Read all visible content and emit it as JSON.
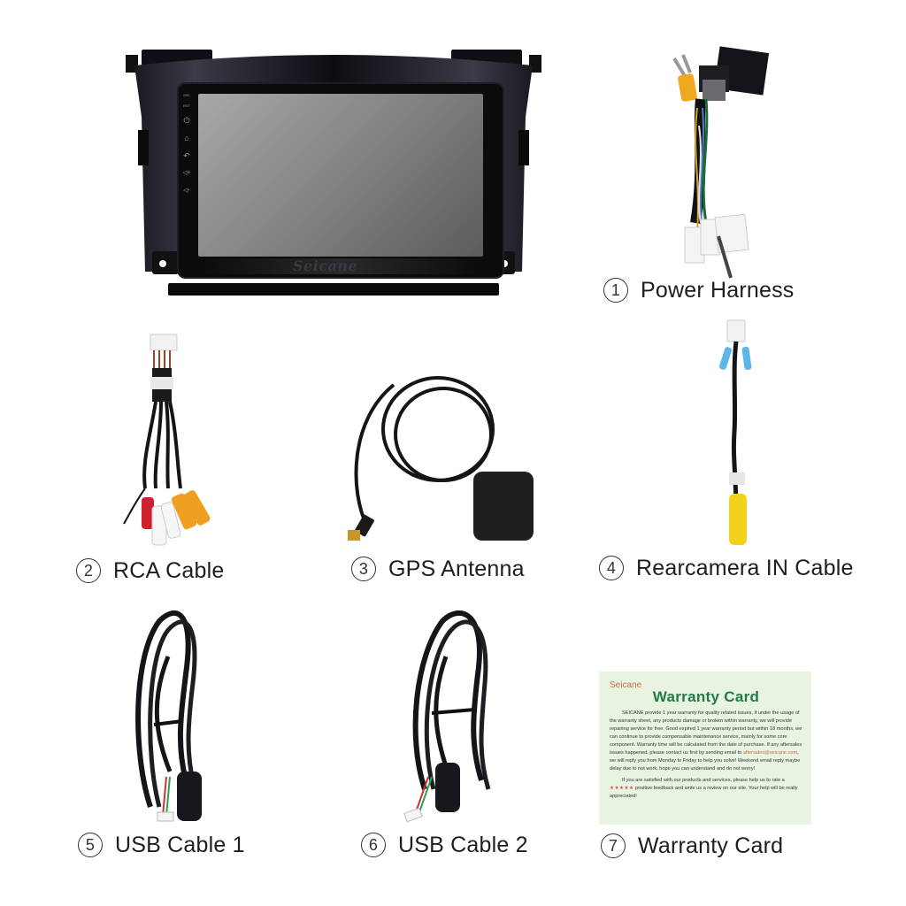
{
  "items": [
    {
      "num": "1",
      "glyph": "①",
      "label": "Power Harness"
    },
    {
      "num": "2",
      "glyph": "②",
      "label": "RCA Cable"
    },
    {
      "num": "3",
      "glyph": "③",
      "label": "GPS Antenna"
    },
    {
      "num": "4",
      "glyph": "④",
      "label": "Rearcamera IN Cable"
    },
    {
      "num": "5",
      "glyph": "⑤",
      "label": "USB Cable 1"
    },
    {
      "num": "6",
      "glyph": "⑥",
      "label": "USB Cable 2"
    },
    {
      "num": "7",
      "glyph": "⑦",
      "label": "Warranty Card"
    }
  ],
  "head_unit": {
    "brand": "Seicane",
    "side_buttons": {
      "mic_label": "MIC",
      "rst_label": "RST",
      "power_icon": "⏻",
      "home_icon": "⌂",
      "back_icon": "↶",
      "vol_up_icon": "◁+",
      "vol_down_icon": "◁-"
    }
  },
  "warranty_card": {
    "brand": "Seicane",
    "title": "Warranty Card",
    "para1_a": "SEICANE provide 1 year warranty for quality related issues, if under the usage of the warranty sheet, any products damage or broken within warranty, we will provide repairing service for free. Good expired 1 year warranty period but within 18 months, we can continue to provide compensable maintenance service, mainly for some core component. Warranty time will be calculated from the date of purchase. If any aftersales issues happened, please contact us first by sending email to ",
    "email": "aftersales@seicane.com",
    "para1_b": ", we will reply you from Monday to Friday to help you solve! Weekend email reply maybe delay due to not work, hope you can understand and do not worry!",
    "para2_a": "If you are satisfied with our products and services, please help us to rate a ",
    "stars": "★★★★★",
    "para2_b": " positive feedback and write us a review on our site. Your help will be really appreciated!"
  },
  "colors": {
    "card_bg": "#e8f3e2",
    "card_title": "#217a48",
    "card_accent": "#d06a4a",
    "caption_text": "#1e1e1e"
  }
}
